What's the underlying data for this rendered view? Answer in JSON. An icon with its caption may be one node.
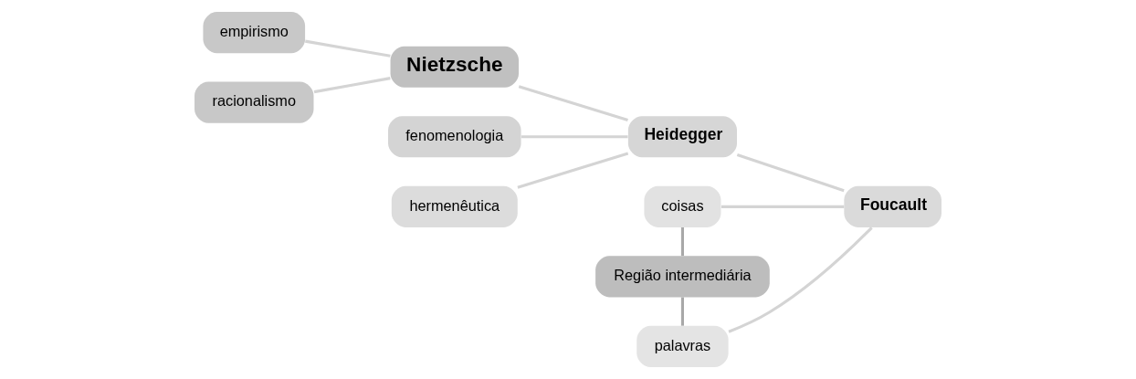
{
  "diagram": {
    "nodes": [
      {
        "text": [
          "empirismo"
        ]
      },
      {
        "text": [
          "fenomenologia"
        ]
      },
      {
        "text": [
          "coisas"
        ]
      },
      {
        "text": [
          "Região intermediária"
        ]
      },
      {
        "text": [
          "racionalismo"
        ]
      },
      {
        "text": [
          "hermenêutica"
        ]
      },
      {
        "text": [
          "palavras"
        ]
      },
      {
        "text": [
          "Nietzsche"
        ]
      },
      {
        "text": [
          "Heidegger"
        ]
      },
      {
        "text": [
          "Foucault"
        ]
      }
    ],
    "edges": [
      {
        "from": 0,
        "to": 7,
        "arrow": "none"
      },
      {
        "from": 4,
        "to": 7,
        "arrow": "none"
      },
      {
        "from": 1,
        "to": 8,
        "arrow": "none"
      },
      {
        "from": 5,
        "to": 8,
        "arrow": "none"
      },
      {
        "from": 7,
        "to": 8,
        "arrow": "none"
      },
      {
        "from": 8,
        "to": 9,
        "arrow": "none"
      },
      {
        "from": 2,
        "to": 9,
        "arrow": "none"
      },
      {
        "from": 6,
        "to": 9,
        "arrow": "none"
      },
      {
        "from": 2,
        "to": 3,
        "arrow": "none",
        "color": "#a8a8a8"
      },
      {
        "from": 3,
        "to": 6,
        "arrow": "none",
        "color": "#a8a8a8"
      }
    ]
  }
}
